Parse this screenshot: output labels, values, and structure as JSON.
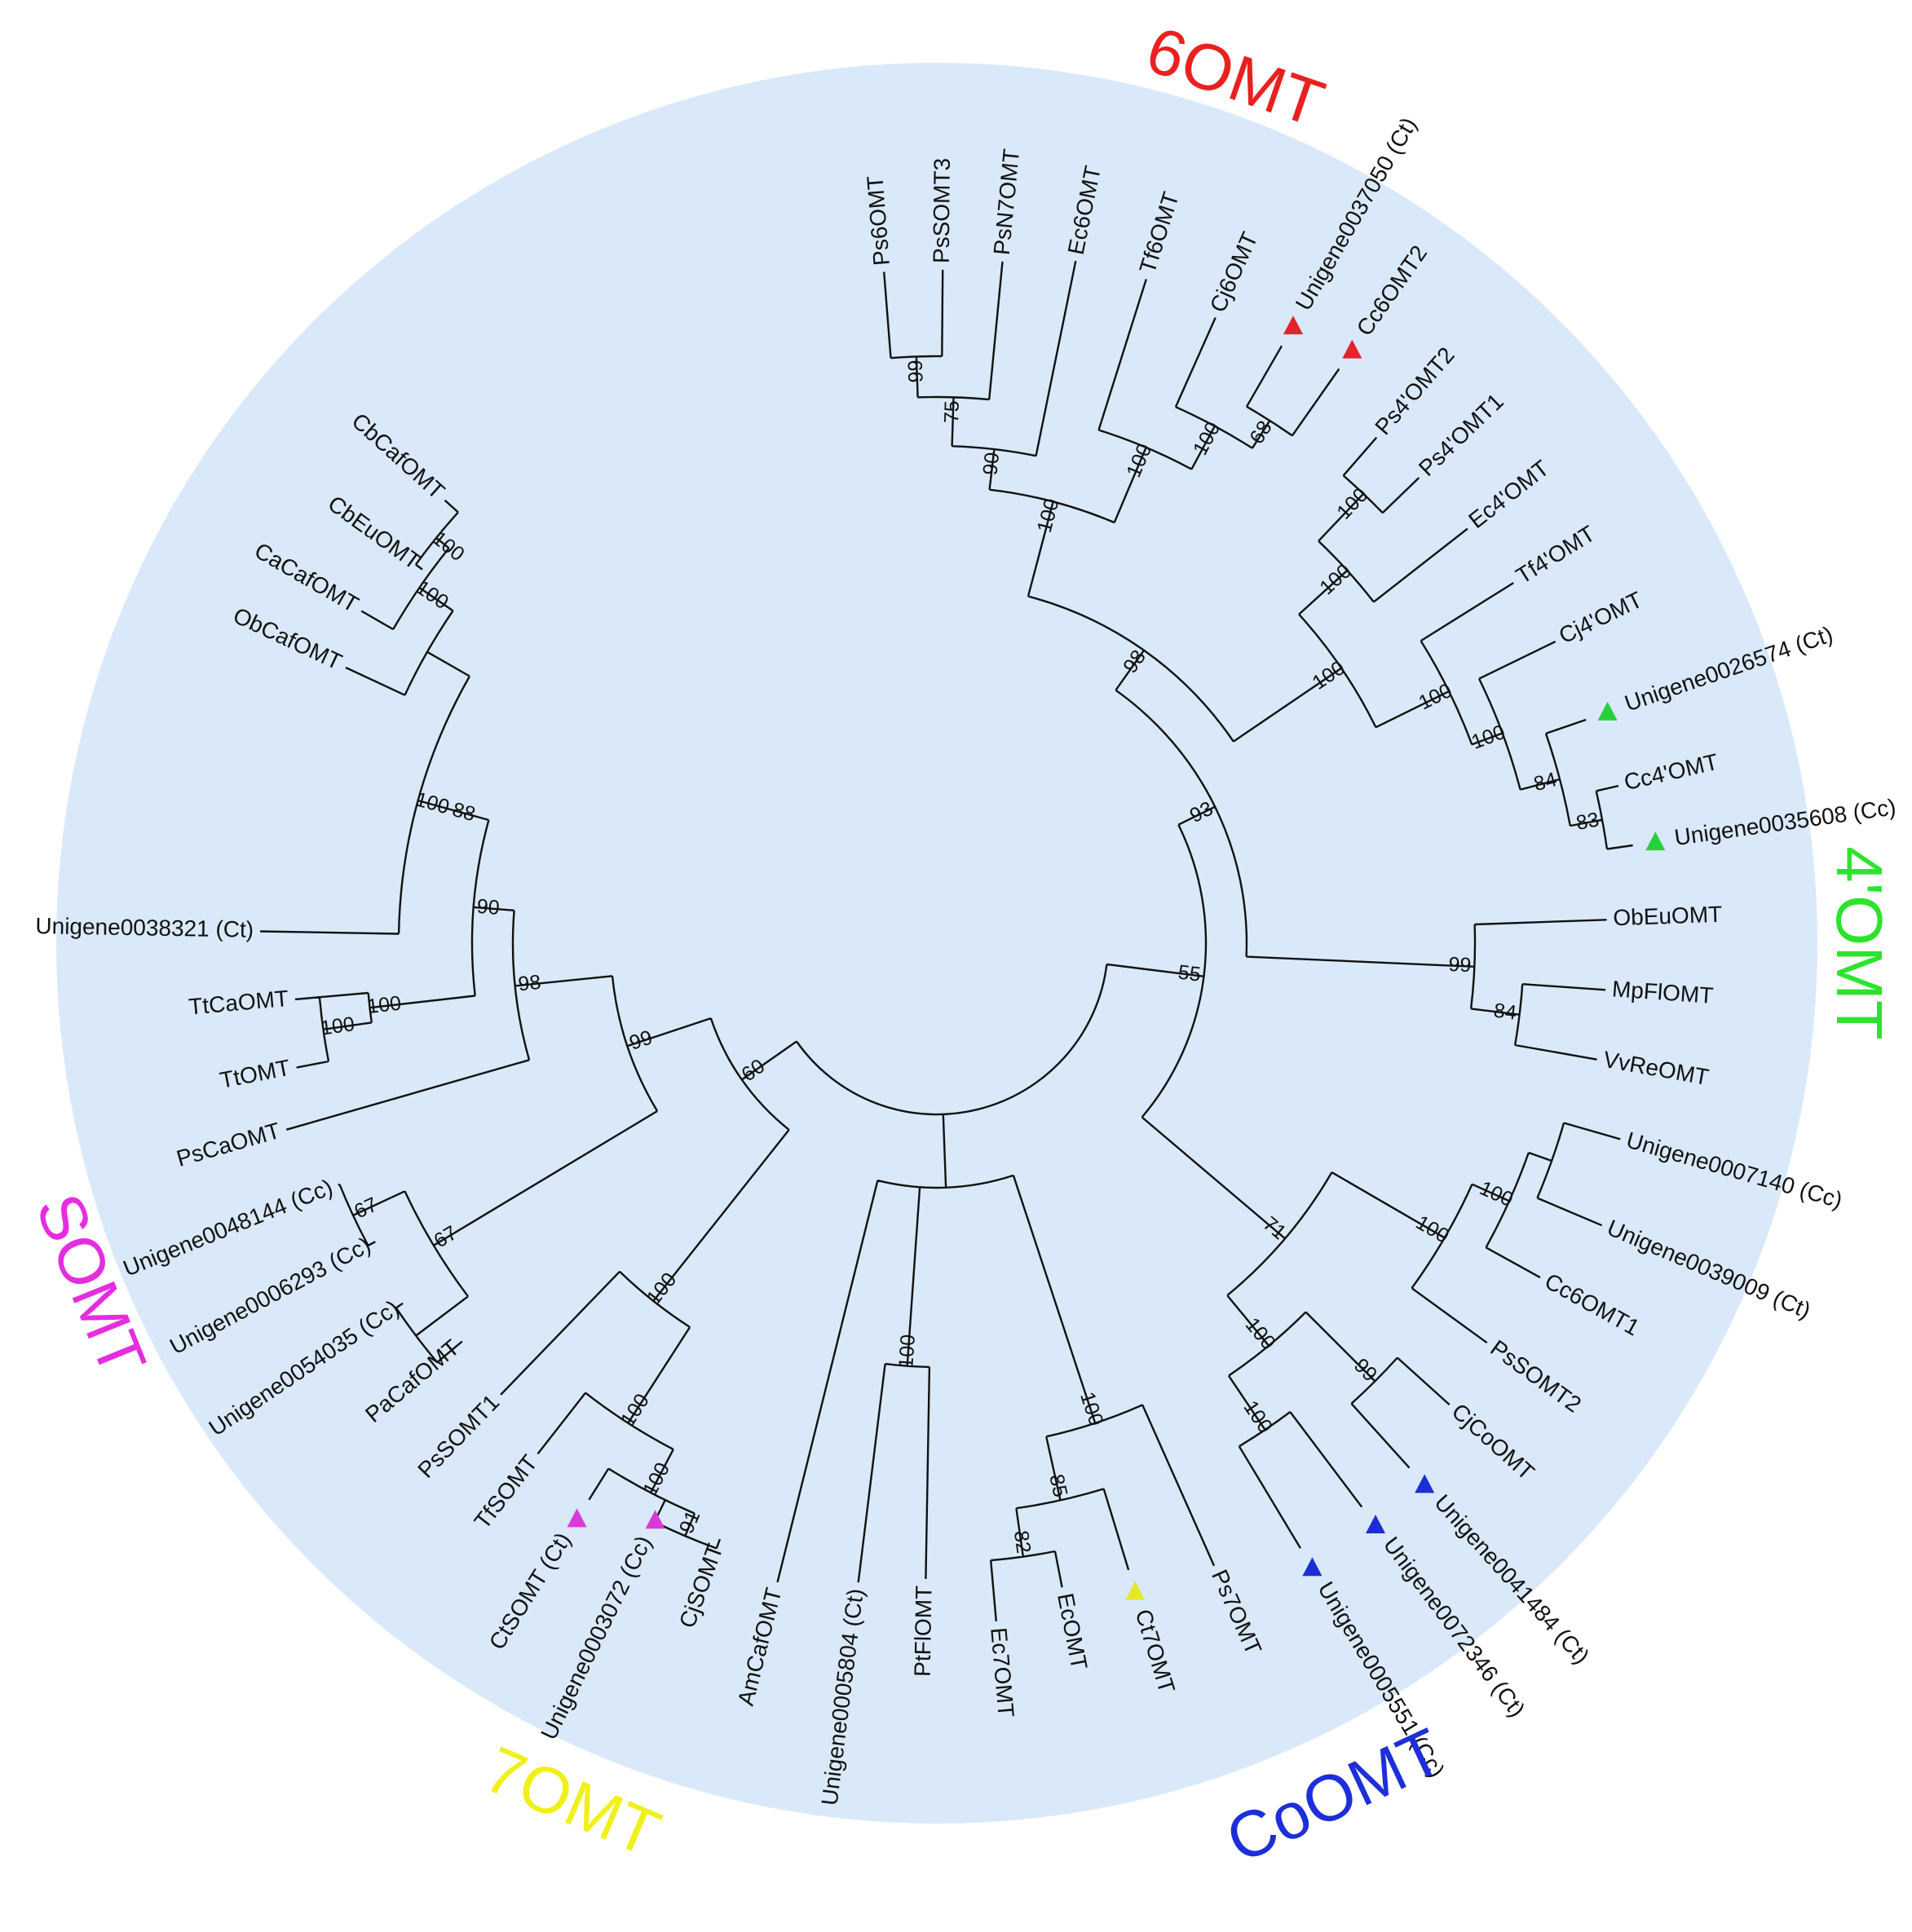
{
  "figure": {
    "background_color": "#d9e9f9",
    "clade_labels": [
      {
        "text": "6OMT",
        "color": "#e8211f"
      },
      {
        "text": "4'OMT",
        "color": "#2ee32e"
      },
      {
        "text": "CoOMT",
        "color": "#1d2fd8"
      },
      {
        "text": "7OMT",
        "color": "#f0f01a"
      },
      {
        "text": "SOMT",
        "color": "#e52de0"
      }
    ],
    "leaves": [
      {
        "name": "Ps6OMT"
      },
      {
        "name": "PsSOMT3"
      },
      {
        "name": "PsN7OMT"
      },
      {
        "name": "Ec6OMT"
      },
      {
        "name": "Tf6OMT"
      },
      {
        "name": "Cj6OMT"
      },
      {
        "name": "Unigene0037050 (Ct)",
        "marker": "red-triangle"
      },
      {
        "name": "Cc6OMT2",
        "marker": "red-triangle"
      },
      {
        "name": "Ps4'OMT2"
      },
      {
        "name": "Ps4'OMT1"
      },
      {
        "name": "Ec4'OMT"
      },
      {
        "name": "Tf4'OMT"
      },
      {
        "name": "Cj4'OMT"
      },
      {
        "name": "Unigene0026574 (Ct)",
        "marker": "green-triangle"
      },
      {
        "name": "Cc4'OMT"
      },
      {
        "name": "Unigene0035608 (Cc)",
        "marker": "green-triangle"
      },
      {
        "name": "ObEuOMT"
      },
      {
        "name": "MpFlOMT"
      },
      {
        "name": "VvReOMT"
      },
      {
        "name": "Unigene0007140 (Cc)"
      },
      {
        "name": "Unigene0039009 (Ct)"
      },
      {
        "name": "Cc6OMT1"
      },
      {
        "name": "PsSOMT2"
      },
      {
        "name": "CjCoOMT"
      },
      {
        "name": "Unigene0041484 (Ct)",
        "marker": "blue-triangle"
      },
      {
        "name": "Unigene0072346 (Ct)",
        "marker": "blue-triangle"
      },
      {
        "name": "Unigene0005551 (Cc)",
        "marker": "blue-triangle"
      },
      {
        "name": "Ps7OMT"
      },
      {
        "name": "Ct7OMT",
        "marker": "yellow-triangle"
      },
      {
        "name": "EcOMT"
      },
      {
        "name": "Ec7OMT"
      },
      {
        "name": "PtFlOMT"
      },
      {
        "name": "Unigene0005804 (Ct)"
      },
      {
        "name": "AmCafOMT"
      },
      {
        "name": "CjSOMT"
      },
      {
        "name": "Unigene0003072 (Cc)",
        "marker": "magenta-triangle"
      },
      {
        "name": "CtSOMT (Ct)",
        "marker": "magenta-triangle"
      },
      {
        "name": "TfSOMT"
      },
      {
        "name": "PsSOMT1"
      },
      {
        "name": "PaCafOMT"
      },
      {
        "name": "Unigene0054035 (Cc)"
      },
      {
        "name": "Unigene0006293 (Cc)"
      },
      {
        "name": "Unigene0048144 (Cc)"
      },
      {
        "name": "PsCaOMT"
      },
      {
        "name": "TtOMT"
      },
      {
        "name": "TtCaOMT"
      },
      {
        "name": "Unigene0038321 (Ct)"
      },
      {
        "name": "ObCafOMT"
      },
      {
        "name": "CaCafOMT"
      },
      {
        "name": "CbEuOMT"
      },
      {
        "name": "CbCafOMT"
      }
    ],
    "bootstrap_values": [
      "99",
      "75",
      "90",
      "100",
      "100",
      "100",
      "68",
      "100",
      "100",
      "100",
      "100",
      "100",
      "84",
      "83",
      "98",
      "93",
      "99",
      "84",
      "100",
      "100",
      "99",
      "100",
      "100",
      "71",
      "55",
      "100",
      "85",
      "82",
      "100",
      "100",
      "100",
      "100",
      "91",
      "100",
      "67",
      "88",
      "90",
      "100",
      "100",
      "98",
      "99",
      "60",
      "100"
    ],
    "marker_colors": {
      "red-triangle": "#e3232b",
      "green-triangle": "#27d03a",
      "blue-triangle": "#1b2ed6",
      "yellow-triangle": "#e6e82a",
      "magenta-triangle": "#d93ad6"
    }
  }
}
